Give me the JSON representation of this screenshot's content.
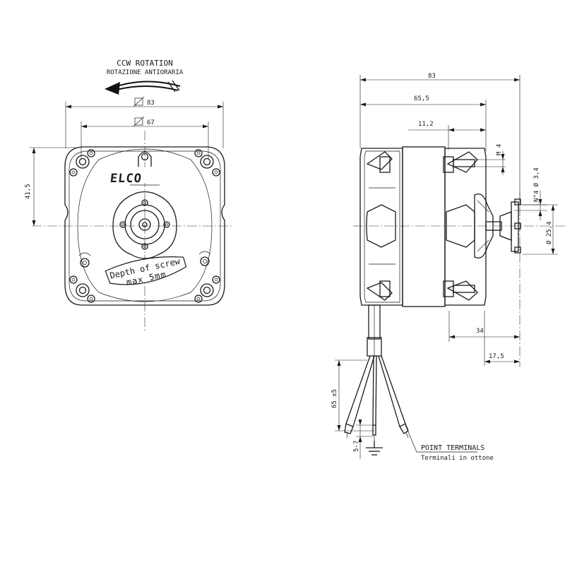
{
  "rotation": {
    "title": "CCW ROTATION",
    "subtitle": "ROTAZIONE ANTIORARIA"
  },
  "brand": "ELCO",
  "screw_note": {
    "line1": "Depth of screw",
    "line2": "max 5mm"
  },
  "front_dims": {
    "width_outer": "83",
    "width_inner": "67",
    "height_left": "41,5"
  },
  "side_dims": {
    "overall": "83",
    "body": "65,5",
    "stud_offset": "11,2",
    "thread": "M 4",
    "holes": "N°4 Ø 3,4",
    "flange_dia": "Ø 25,4",
    "shaft_len": "34",
    "shaft_tip": "17,5",
    "lead_len": "65 ±5",
    "strip_len": "5-7"
  },
  "terminals": {
    "label": "POINT TERMINALS",
    "sublabel": "Terminali in ottone"
  },
  "colors": {
    "line": "#1a1a1a",
    "background": "#ffffff"
  }
}
